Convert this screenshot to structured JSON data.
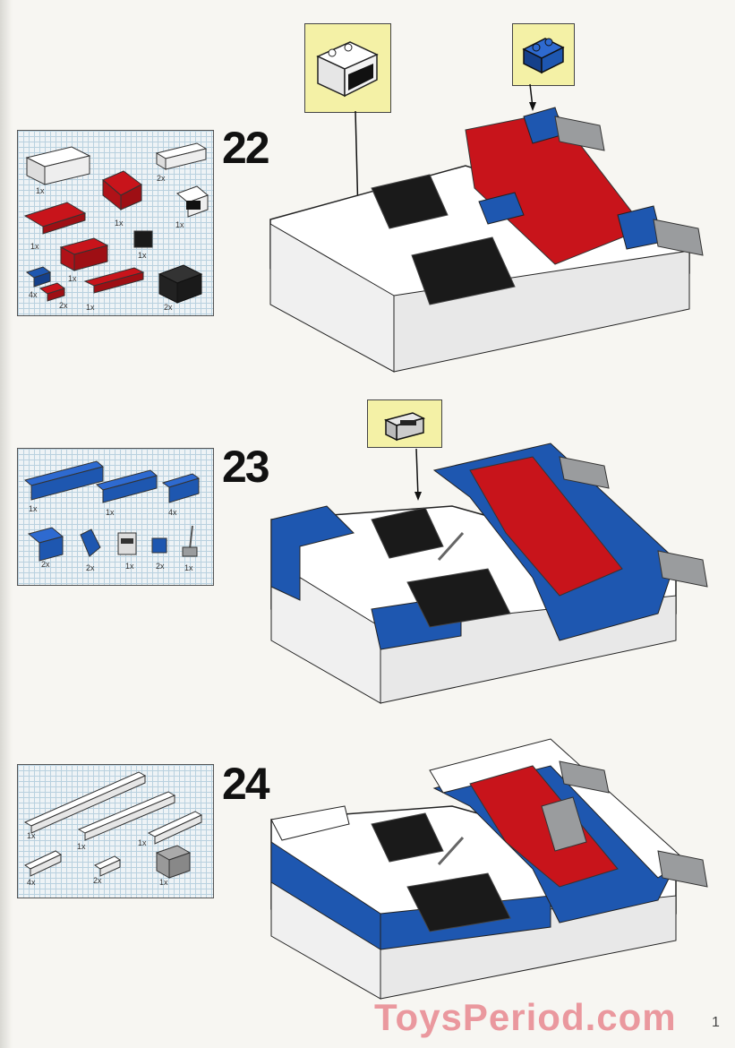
{
  "page": {
    "page_number": "1"
  },
  "watermark": "ToysPeriod.com",
  "colors": {
    "red": "#c8141b",
    "blue": "#1e57b0",
    "black": "#1a1a1a",
    "white": "#ffffff",
    "gray": "#9a9c9e",
    "callout": "#f4f1a6"
  },
  "steps": [
    {
      "number": "22",
      "parts": [
        "1x",
        "2x",
        "1x",
        "1x",
        "1x",
        "1x",
        "1x",
        "4x",
        "2x",
        "1x",
        "2x"
      ],
      "callouts": [
        "sloped-computer-brick",
        "blue-brick"
      ]
    },
    {
      "number": "23",
      "parts": [
        "1x",
        "1x",
        "4x",
        "2x",
        "2x",
        "1x",
        "2x",
        "1x"
      ],
      "callouts": [
        "seat-part"
      ]
    },
    {
      "number": "24",
      "parts": [
        "1x",
        "1x",
        "1x",
        "4x",
        "2x",
        "1x"
      ],
      "callouts": []
    }
  ]
}
